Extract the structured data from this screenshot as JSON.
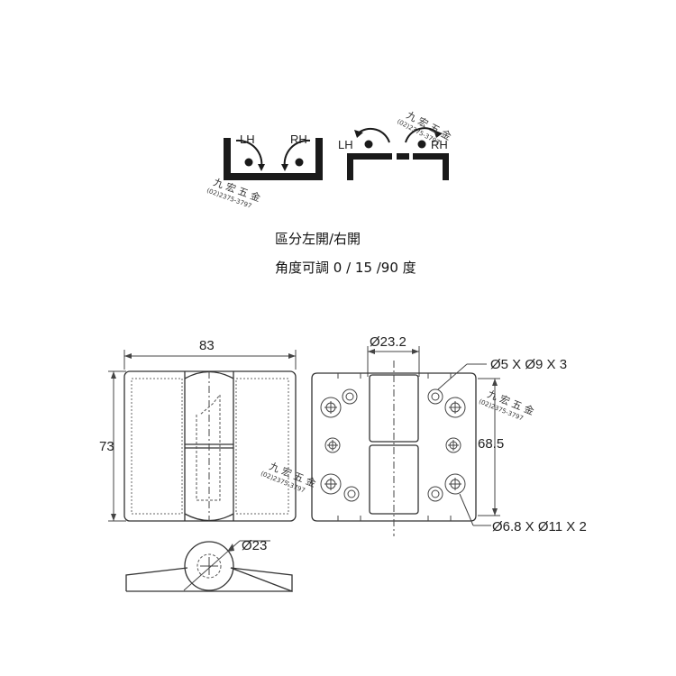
{
  "icons": {
    "lh": "LH",
    "rh": "RH",
    "lh_right": "LH",
    "rh_right": "RH"
  },
  "captions": {
    "line1": "區分左開/右開",
    "line2": "角度可調 0 / 15 /90 度"
  },
  "watermark": {
    "name": "九 宏 五 金",
    "phone": "(02)2375-3797"
  },
  "dimensions": {
    "width": "83",
    "height": "73",
    "pin_diameter": "Ø23.2",
    "hole_spacing": "68.5",
    "top_holes": "Ø5 X Ø9 X 3",
    "bottom_holes": "Ø6.8 X Ø11 X 2",
    "knuckle_diameter": "Ø23"
  },
  "colors": {
    "line": "#444444",
    "icon_fill": "#1a1a1a",
    "background": "#ffffff"
  }
}
